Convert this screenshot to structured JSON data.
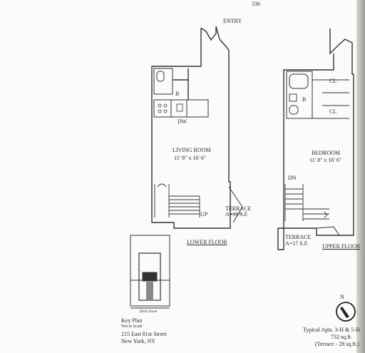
{
  "page_number": "336",
  "labels": {
    "entry": "ENTRY",
    "living_room": "LIVING ROOM",
    "living_room_dims": "11' 8\" x 16' 6\"",
    "dishwasher": "DW",
    "bath_lower": "B",
    "up": "UP",
    "terrace_lower": "TERRACE",
    "terrace_lower_area": "A=11 S.F.",
    "lower_floor": "LOWER FLOOR",
    "bedroom": "BEDROOM",
    "bedroom_dims": "11' 8\" x 16' 6\"",
    "closet_1": "CL",
    "closet_2": "CL",
    "bath_upper": "B",
    "down": "DN",
    "terrace_upper": "TERRACE",
    "terrace_upper_area": "A=17 S.F.",
    "upper_floor": "UPPER FLOOR"
  },
  "key_plan": {
    "title": "Key Plan",
    "subtitle": "Not to Scale",
    "street": "E81st Street",
    "address_line1": "215 East 81st Street",
    "address_line2": "New York, NY"
  },
  "north": "N",
  "summary": {
    "line1": "Typical Apts. 3-H & 5-H",
    "line2": "732 sq.ft.",
    "line3": "(Terrace - 28 sq.ft.)"
  }
}
